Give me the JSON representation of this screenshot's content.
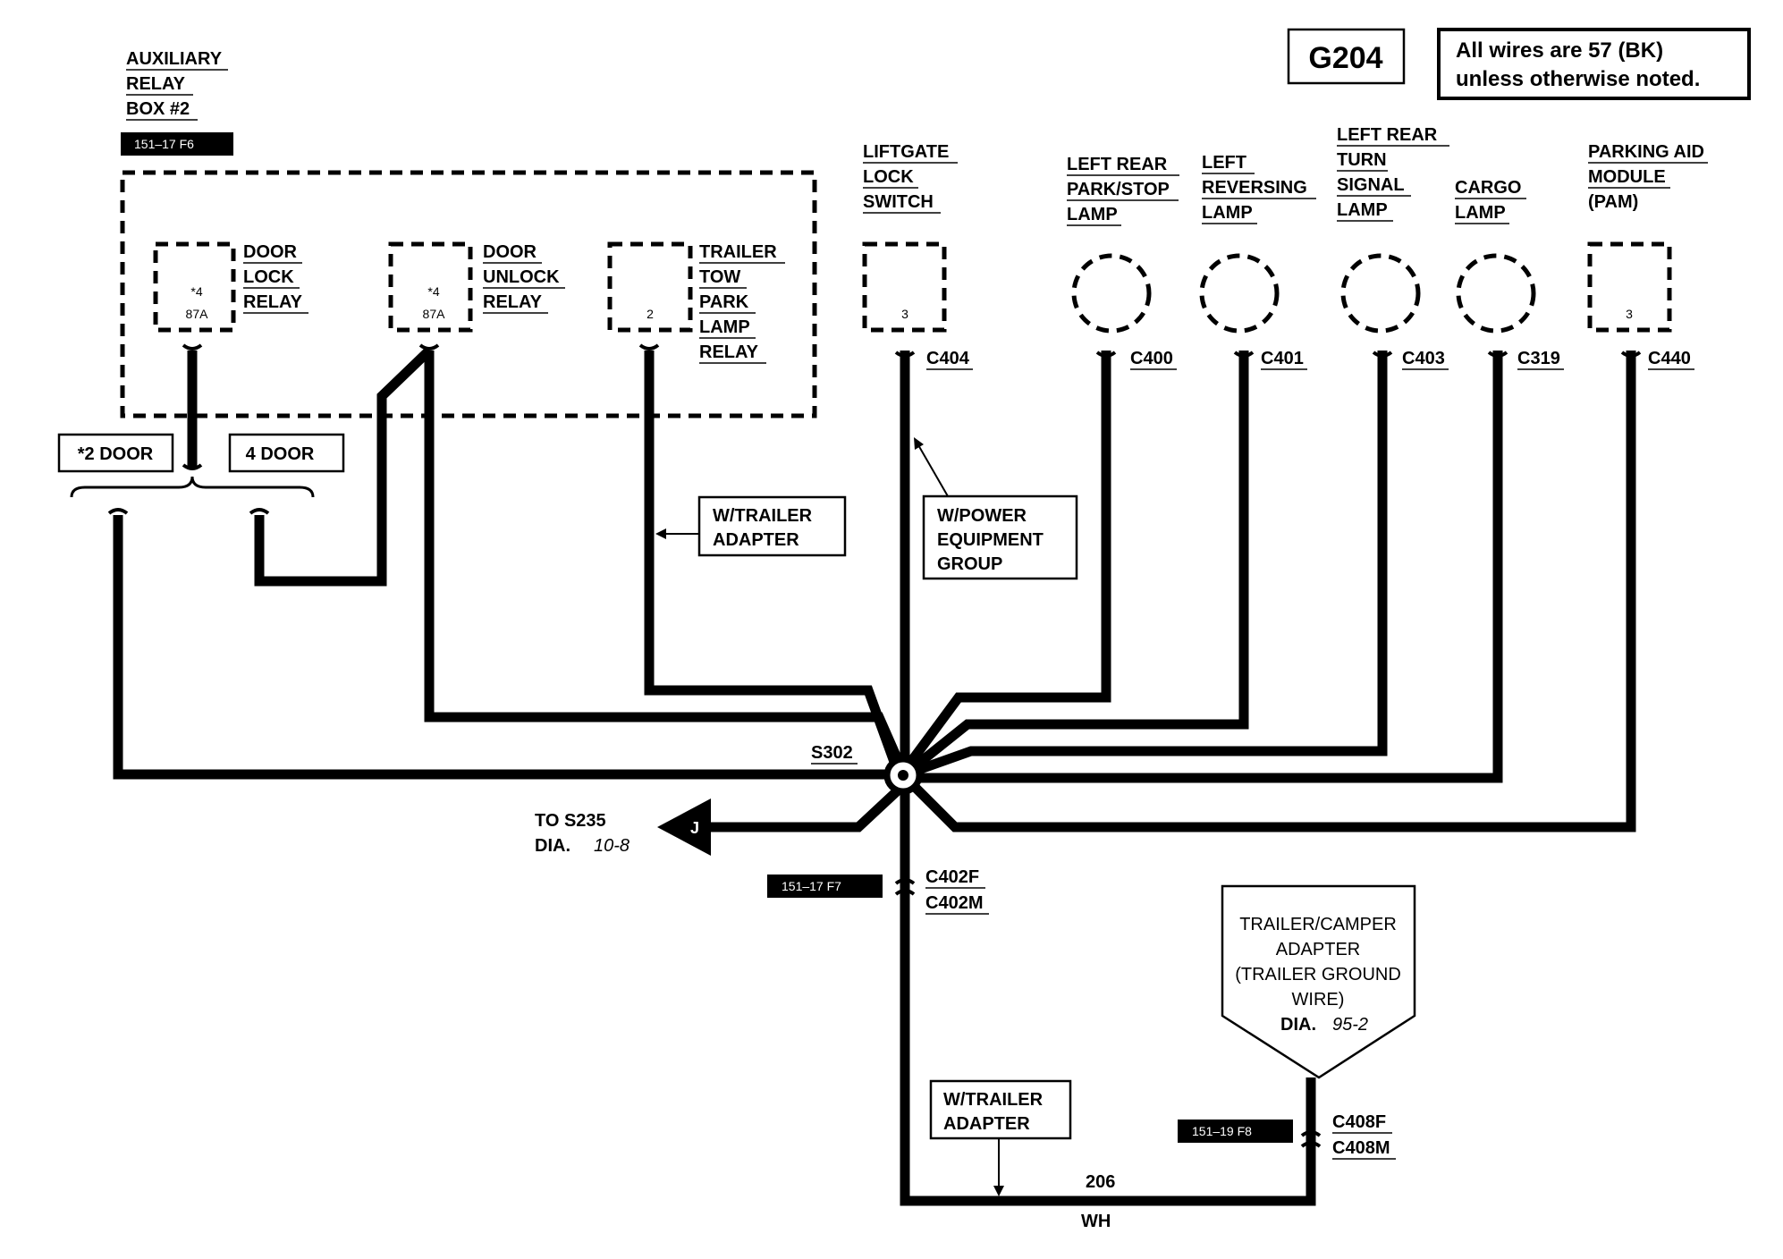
{
  "ground_id": "G204",
  "note": {
    "line1": "All wires are 57 (BK)",
    "line2": "unless otherwise noted."
  },
  "aux_box": {
    "title": [
      "AUXILIARY",
      "RELAY",
      "BOX #2"
    ],
    "ref": "151–17 F6"
  },
  "relays": [
    {
      "name": [
        "DOOR",
        "LOCK",
        "RELAY"
      ],
      "pin1": "*4",
      "pin2": "87A"
    },
    {
      "name": [
        "DOOR",
        "UNLOCK",
        "RELAY"
      ],
      "pin1": "*4",
      "pin2": "87A"
    },
    {
      "name": [
        "TRAILER",
        "TOW",
        "PARK",
        "LAMP",
        "RELAY"
      ],
      "pin1": "2",
      "pin2": ""
    }
  ],
  "door_options": {
    "two_door": "*2 DOOR",
    "four_door": "4 DOOR"
  },
  "components": [
    {
      "name": [
        "LIFTGATE",
        "LOCK",
        "SWITCH"
      ],
      "pin": "3",
      "connector": "C404"
    },
    {
      "name": [
        "LEFT REAR",
        "PARK/STOP",
        "LAMP"
      ],
      "pin": "",
      "connector": "C400"
    },
    {
      "name": [
        "LEFT",
        "REVERSING",
        "LAMP"
      ],
      "pin": "",
      "connector": "C401"
    },
    {
      "name": [
        "LEFT REAR",
        "TURN",
        "SIGNAL",
        "LAMP"
      ],
      "pin": "",
      "connector": "C403"
    },
    {
      "name": [
        "CARGO",
        "LAMP"
      ],
      "pin": "",
      "connector": "C319"
    },
    {
      "name": [
        "PARKING AID",
        "MODULE",
        "(PAM)"
      ],
      "pin": "3",
      "connector": "C440"
    }
  ],
  "options": {
    "trailer_adapter": [
      "W/TRAILER",
      "ADAPTER"
    ],
    "power_equipment": [
      "W/POWER",
      "EQUIPMENT",
      "GROUP"
    ],
    "trailer_adapter_bottom": [
      "W/TRAILER",
      "ADAPTER"
    ]
  },
  "splice": "S302",
  "to_s235": {
    "line1": "TO S235",
    "dia_label": "DIA.",
    "dia_value": "10-8",
    "flag": "J"
  },
  "c402": {
    "ref": "151–17 F7",
    "f": "C402F",
    "m": "C402M"
  },
  "c408": {
    "ref": "151–19 F8",
    "f": "C408F",
    "m": "C408M"
  },
  "trailer_camper": {
    "lines": [
      "TRAILER/CAMPER",
      "ADAPTER",
      "(TRAILER GROUND",
      "WIRE)"
    ],
    "dia_label": "DIA.",
    "dia_value": "95-2"
  },
  "wire_206": {
    "circuit": "206",
    "color": "WH"
  }
}
